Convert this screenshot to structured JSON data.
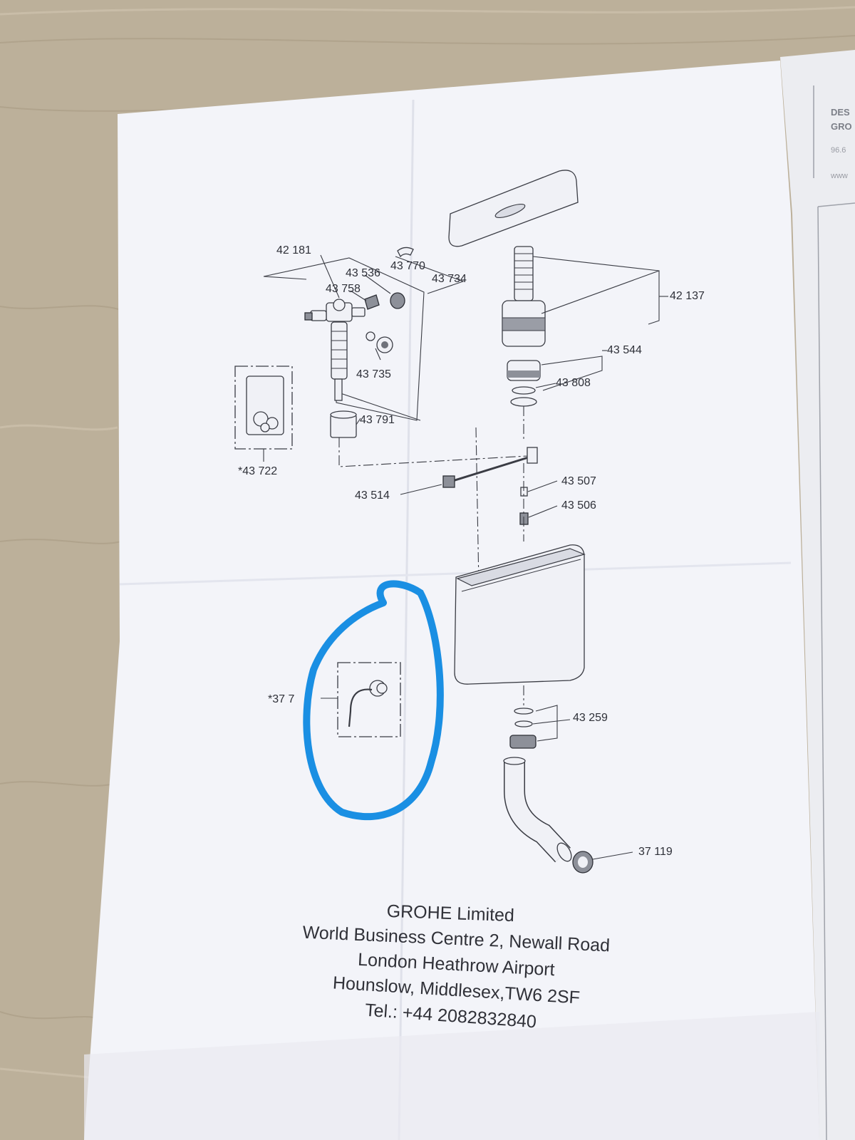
{
  "parts": [
    {
      "id": "42 181",
      "label": "42 181"
    },
    {
      "id": "43 536",
      "label": "43 536"
    },
    {
      "id": "43 770",
      "label": "43 770"
    },
    {
      "id": "43 734",
      "label": "43 734"
    },
    {
      "id": "43 758",
      "label": "43 758"
    },
    {
      "id": "42 137",
      "label": "42 137"
    },
    {
      "id": "43 544",
      "label": "43 544"
    },
    {
      "id": "43 735",
      "label": "43 735"
    },
    {
      "id": "43 808",
      "label": "43 808"
    },
    {
      "id": "43 791",
      "label": "43 791"
    },
    {
      "id": "43 722",
      "label": "*43 722"
    },
    {
      "id": "43 514",
      "label": "43 514"
    },
    {
      "id": "43 507",
      "label": "43 507"
    },
    {
      "id": "43 506",
      "label": "43 506"
    },
    {
      "id": "37 7",
      "label": "*37 7"
    },
    {
      "id": "43 259",
      "label": "43 259"
    },
    {
      "id": "37 119",
      "label": "37 119"
    }
  ],
  "address": {
    "company": "GROHE Limited",
    "street": "World Business Centre 2, Newall Road",
    "area": "London Heathrow Airport",
    "city": "Hounslow, Middlesex,TW6  2SF",
    "phone": "Tel.: +44 2082832840"
  },
  "corner_sheet": {
    "line1": "DES",
    "line2": "GRO",
    "line3": "96.6",
    "line4": "www"
  },
  "colors": {
    "desk": "#b9ad97",
    "paper": "#f3f4f9",
    "ink": "#303138",
    "highlight": "#1a8fe3"
  }
}
